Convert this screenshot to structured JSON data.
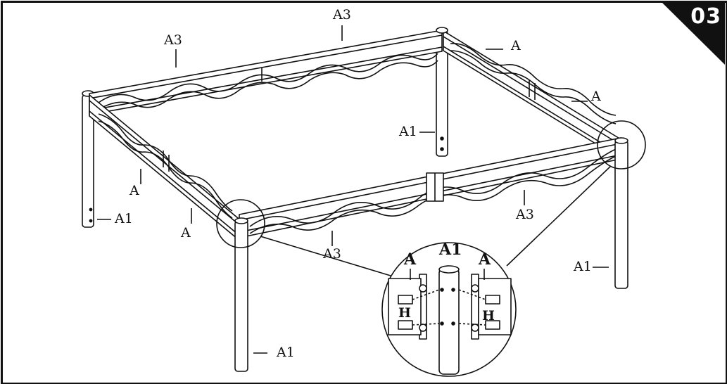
{
  "step": {
    "number": "03"
  },
  "colors": {
    "ink": "#111111",
    "paper": "#ffffff",
    "badge": "#111111"
  },
  "labels": {
    "a3_top": "A3",
    "a3_left": "A3",
    "a3_front": "A3",
    "a3_right": "A3",
    "a_right_top": "A",
    "a_right_mid": "A",
    "a_left_upper": "A",
    "a_left_lower": "A",
    "a1_back_center": "A1",
    "a1_left": "A1",
    "a1_front": "A1",
    "a1_right": "A1"
  },
  "detail": {
    "a1": "A1",
    "a_left": "A",
    "a_right": "A",
    "h_left": "H",
    "h_right": "H"
  }
}
